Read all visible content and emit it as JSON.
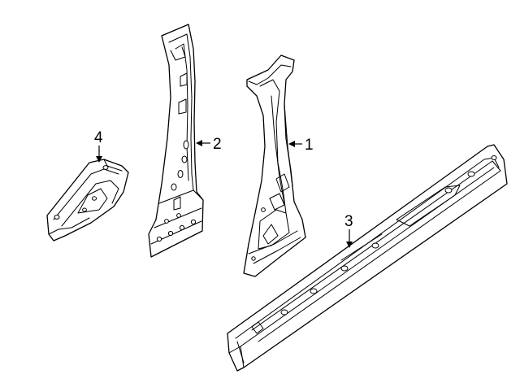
{
  "diagram": {
    "callouts": [
      {
        "id": "1",
        "text": "1"
      },
      {
        "id": "2",
        "text": "2"
      },
      {
        "id": "3",
        "text": "3"
      },
      {
        "id": "4",
        "text": "4"
      }
    ],
    "line_color": "#000000",
    "background": "#ffffff"
  }
}
